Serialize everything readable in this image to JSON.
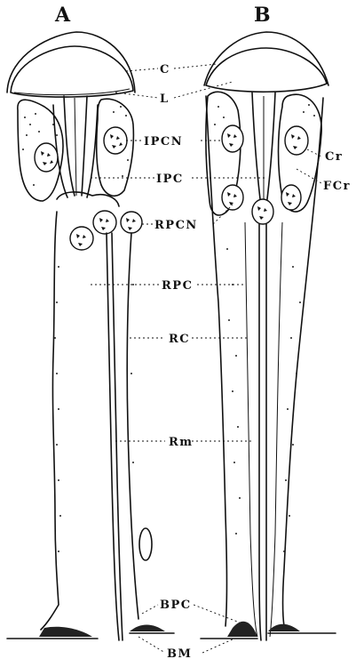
{
  "panels": [
    {
      "id": "A",
      "label": "A"
    },
    {
      "id": "B",
      "label": "B"
    }
  ],
  "labels": {
    "C": "C",
    "L": "L",
    "IPCN": "IPCN",
    "IPC": "IPC",
    "RPCN": "RPCN",
    "RPC": "RPC",
    "RC": "RC",
    "Rm": "Rm",
    "BPC": "BPC",
    "BM": "BM",
    "Cr": "Cr",
    "FCr": "FCr"
  },
  "colors": {
    "ink": "#111111",
    "background": "#ffffff"
  }
}
